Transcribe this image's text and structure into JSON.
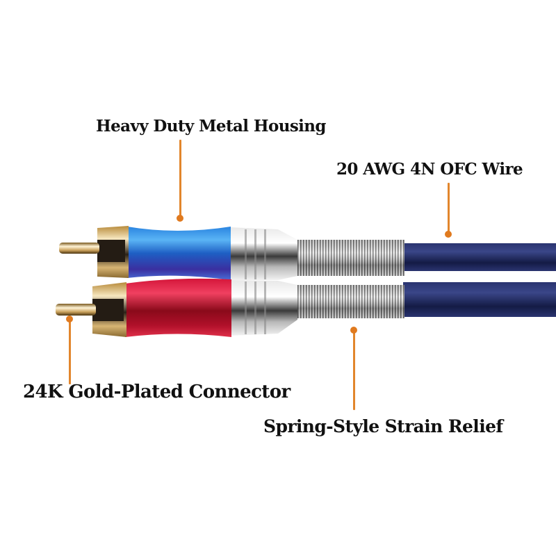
{
  "image": {
    "subject": "Dual RCA audio cable with blue and red connectors",
    "background_color": "#ffffff",
    "accent_color": "#e2862c"
  },
  "callouts": [
    {
      "id": "housing",
      "text": "Heavy Duty Metal Housing"
    },
    {
      "id": "wire",
      "text": "20 AWG 4N OFC Wire"
    },
    {
      "id": "connector",
      "text": "24K Gold-Plated Connector"
    },
    {
      "id": "strain",
      "text": "Spring-Style Strain Relief"
    }
  ],
  "colors": {
    "blue_sleeve": "#1f6fd0",
    "red_sleeve": "#c8102e",
    "cable": "#1c2550",
    "gold": "#c89a3a",
    "chrome": "#c9c9c9"
  }
}
